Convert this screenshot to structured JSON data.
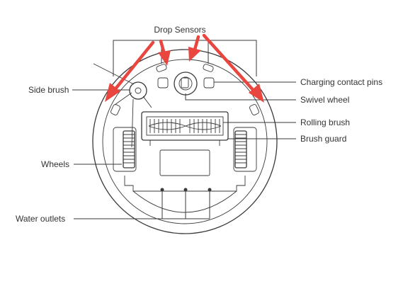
{
  "labels": {
    "drop_sensors": "Drop Sensors",
    "side_brush": "Side brush",
    "wheels": "Wheels",
    "water_outlets": "Water outlets",
    "charging_contact_pins": "Charging contact pins",
    "swivel_wheel": "Swivel wheel",
    "rolling_brush": "Rolling brush",
    "brush_guard": "Brush guard"
  },
  "colors": {
    "arrow": "#e8463f",
    "line": "#3a3a3a",
    "text": "#333333"
  }
}
